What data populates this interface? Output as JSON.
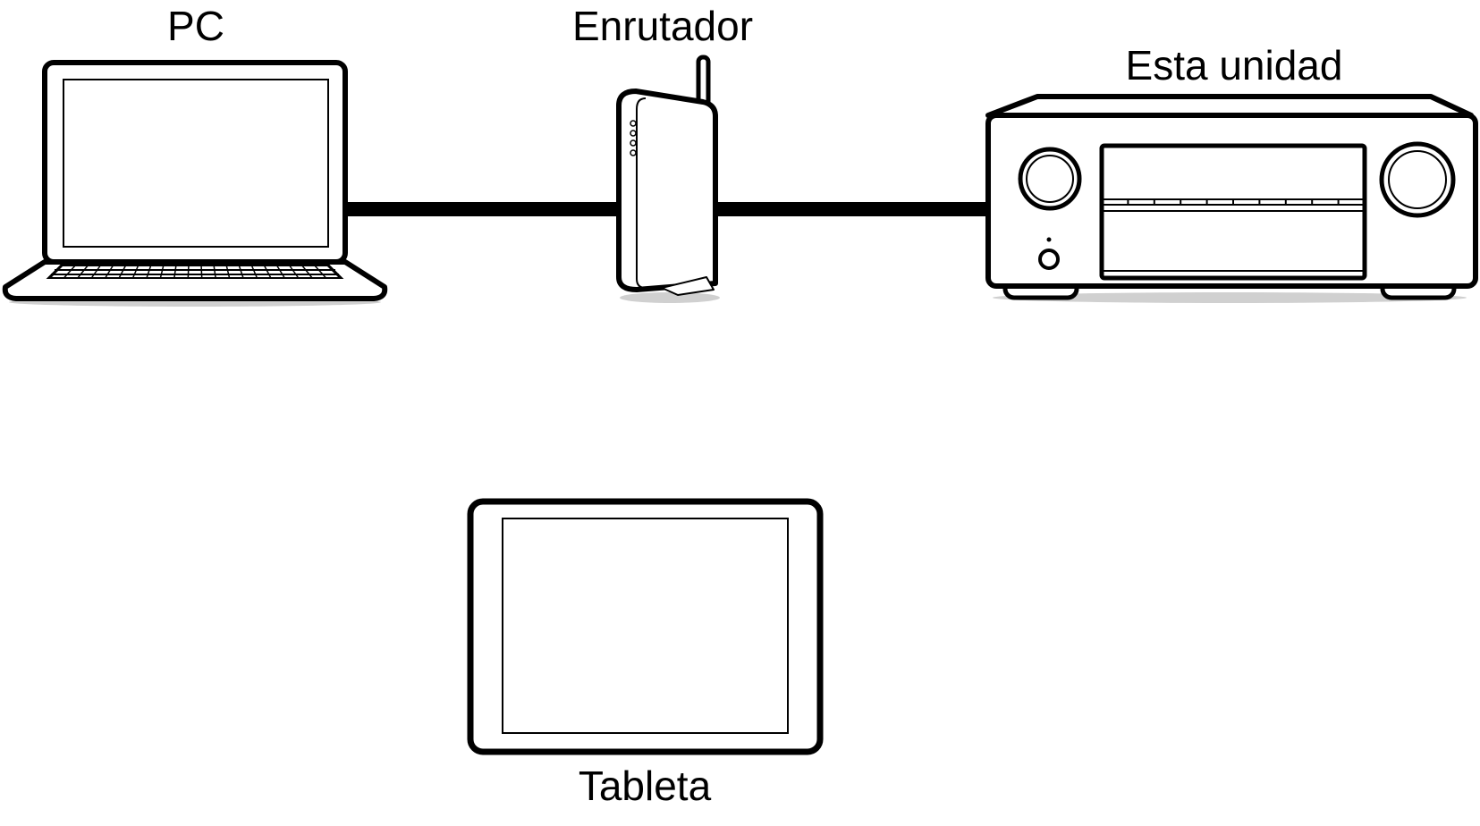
{
  "labels": {
    "pc": "PC",
    "router": "Enrutador",
    "unit": "Esta unidad",
    "tablet": "Tableta"
  },
  "colors": {
    "stroke": "#000000",
    "fill": "#ffffff",
    "shadow": "#d0d0d0"
  },
  "icons": {
    "pc": "laptop-icon",
    "router": "wifi-router-icon",
    "unit": "av-receiver-icon",
    "tablet": "tablet-icon"
  }
}
